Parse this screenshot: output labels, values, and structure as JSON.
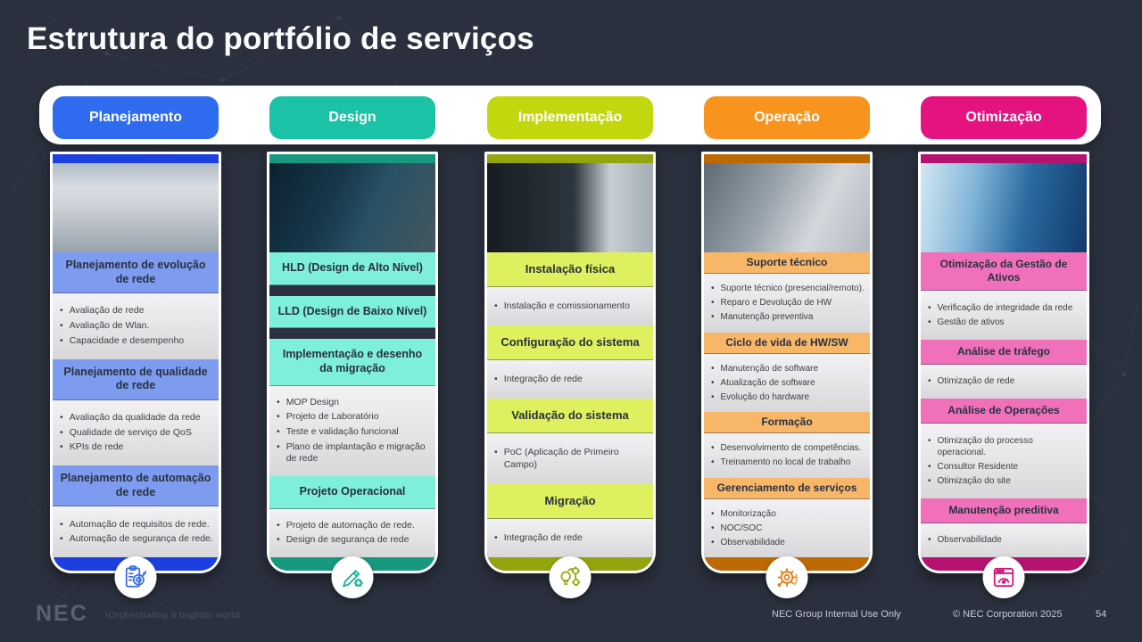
{
  "slide": {
    "title": "Estrutura do portfólio de serviços",
    "background_color": "#2a303d",
    "footer": {
      "logo": "NEC",
      "tagline": "\\Orchestrating a brighter world",
      "classification": "NEC Group Internal Use Only",
      "copyright": "© NEC Corporation 2025",
      "page_number": "54"
    }
  },
  "columns": [
    {
      "id": "planejamento",
      "pill_label": "Planejamento",
      "icon": "clipboard-target-icon",
      "photo": "team-planning-photo",
      "colors": {
        "pill": "#2e6bee",
        "strip": "#1b40df",
        "tint": "#7e9cef",
        "icon": "#3a6fe8"
      },
      "sections": [
        {
          "type": "header",
          "text": "Planejamento de evolução de rede"
        },
        {
          "type": "bullets",
          "items": [
            "Avaliação de rede",
            "Avaliação de Wlan.",
            "Capacidade e desempenho"
          ]
        },
        {
          "type": "header",
          "text": "Planejamento de qualidade de rede"
        },
        {
          "type": "bullets",
          "items": [
            "Avaliação da qualidade da rede",
            "Qualidade de serviço de QoS",
            "KPIs de rede"
          ]
        },
        {
          "type": "header",
          "text": "Planejamento de automação de rede"
        },
        {
          "type": "bullets",
          "items": [
            "Automação de requisitos de rede.",
            "Automação de segurança de rede."
          ]
        }
      ]
    },
    {
      "id": "design",
      "pill_label": "Design",
      "icon": "design-tools-icon",
      "photo": "engineer-screens-photo",
      "colors": {
        "pill": "#1cc2a6",
        "strip": "#16997f",
        "tint": "#7ef0d9",
        "icon": "#17b095"
      },
      "sections": [
        {
          "type": "header",
          "text": "HLD (Design de Alto Nível)"
        },
        {
          "type": "gap"
        },
        {
          "type": "header",
          "text": "LLD (Design de Baixo Nível)"
        },
        {
          "type": "gap"
        },
        {
          "type": "header",
          "text": "Implementação e desenho da migração"
        },
        {
          "type": "bullets",
          "items": [
            "MOP Design",
            "Projeto de Laboratório",
            "Teste e validação funcional",
            "Plano de implantação e migração de rede"
          ]
        },
        {
          "type": "header",
          "text": "Projeto Operacional"
        },
        {
          "type": "bullets",
          "items": [
            "Projeto de automação de rede.",
            "Design de segurança de rede"
          ]
        }
      ]
    },
    {
      "id": "implementacao",
      "pill_label": "Implementação",
      "icon": "idea-gears-icon",
      "photo": "server-room-photo",
      "colors": {
        "pill": "#c3d70f",
        "strip": "#94a40f",
        "tint": "#dff05f",
        "icon": "#9cad10"
      },
      "sections": [
        {
          "type": "header",
          "text": "Instalação física"
        },
        {
          "type": "bullets",
          "items": [
            "Instalação e comissionamento"
          ]
        },
        {
          "type": "header",
          "text": "Configuração do sistema"
        },
        {
          "type": "bullets",
          "items": [
            "Integração de rede"
          ]
        },
        {
          "type": "header",
          "text": "Validação do sistema"
        },
        {
          "type": "bullets",
          "items": [
            "PoC (Aplicação de Primeiro Campo)"
          ]
        },
        {
          "type": "header",
          "text": "Migração"
        },
        {
          "type": "bullets",
          "items": [
            "Integração de rede"
          ]
        }
      ]
    },
    {
      "id": "operacao",
      "pill_label": "Operação",
      "icon": "gear-icon",
      "photo": "gears-sketch-photo",
      "colors": {
        "pill": "#f8941e",
        "strip": "#bd6a04",
        "tint": "#f8b768",
        "icon": "#e07c14"
      },
      "sections": [
        {
          "type": "header",
          "text": "Suporte técnico"
        },
        {
          "type": "bullets",
          "items": [
            "Suporte técnico (presencial/remoto).",
            "Reparo e Devolução de HW",
            "Manutenção preventiva"
          ]
        },
        {
          "type": "header",
          "text": "Ciclo de vida de HW/SW"
        },
        {
          "type": "bullets",
          "items": [
            "Manutenção de software",
            "Atualização de software",
            "Evolução do hardware"
          ]
        },
        {
          "type": "header",
          "text": "Formação"
        },
        {
          "type": "bullets",
          "items": [
            "Desenvolvimento de competências.",
            "Treinamento no local de trabalho"
          ]
        },
        {
          "type": "header",
          "text": "Gerenciamento de serviços"
        },
        {
          "type": "bullets",
          "items": [
            "Monitorização",
            "NOC/SOC",
            "Observabilidade"
          ]
        }
      ]
    },
    {
      "id": "otimizacao",
      "pill_label": "Otimização",
      "icon": "dashboard-gauge-icon",
      "photo": "digital-face-photo",
      "colors": {
        "pill": "#e5137f",
        "strip": "#b61270",
        "tint": "#f170ba",
        "icon": "#d81378"
      },
      "sections": [
        {
          "type": "header",
          "text": "Otimização da Gestão de Ativos"
        },
        {
          "type": "bullets",
          "items": [
            "Verificação de integridade da rede",
            "Gestão de ativos"
          ]
        },
        {
          "type": "header",
          "text": "Análise de tráfego"
        },
        {
          "type": "bullets",
          "items": [
            "Otimização de rede"
          ]
        },
        {
          "type": "header",
          "text": "Análise de Operações"
        },
        {
          "type": "bullets",
          "items": [
            "Otimização do processo operacional.",
            "Consultor Residente",
            "Otimização do site"
          ]
        },
        {
          "type": "header",
          "text": "Manutenção preditiva"
        },
        {
          "type": "bullets",
          "items": [
            "Observabilidade"
          ]
        }
      ]
    }
  ]
}
